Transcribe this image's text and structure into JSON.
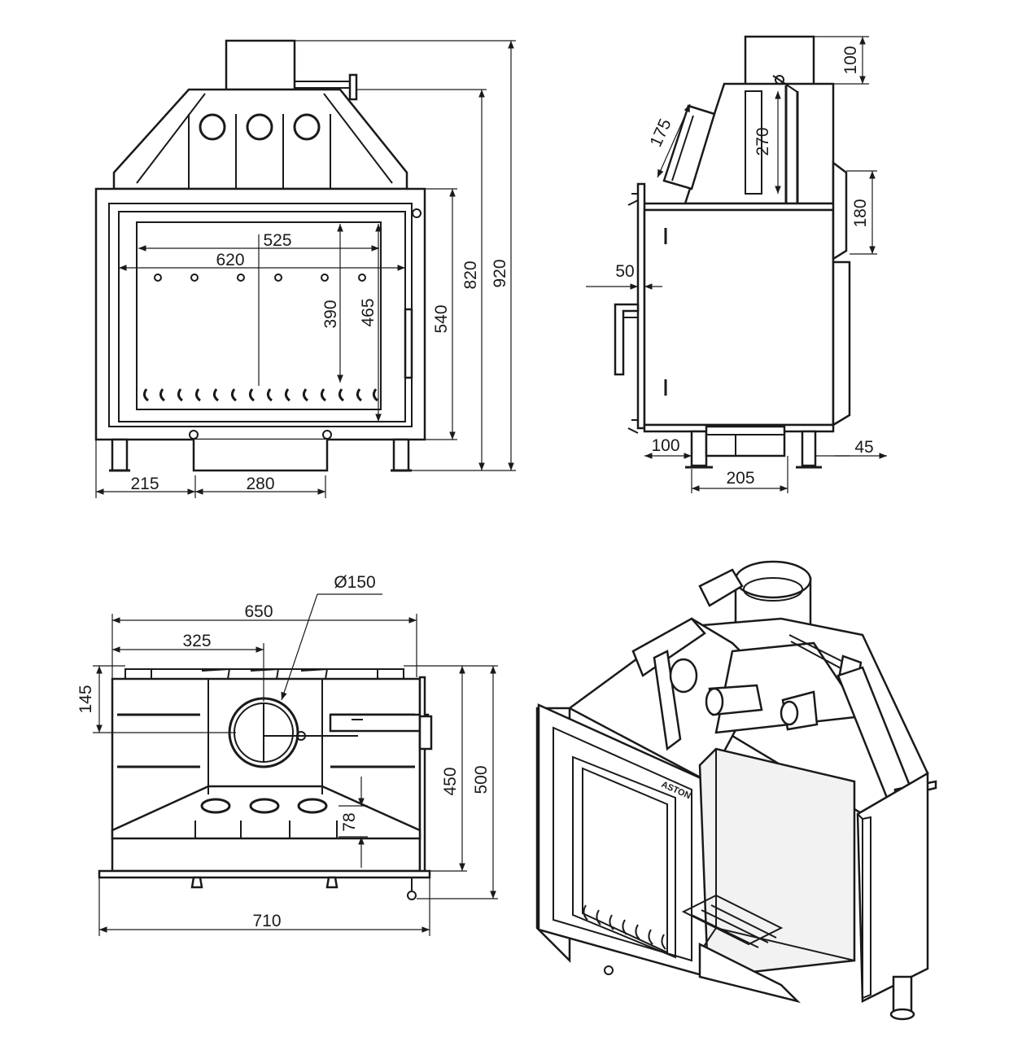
{
  "brand": "ASTON",
  "front_view": {
    "dim_525": "525",
    "dim_620": "620",
    "dim_390": "390",
    "dim_465": "465",
    "dim_540": "540",
    "dim_820": "820",
    "dim_920": "920",
    "dim_215": "215",
    "dim_280": "280"
  },
  "side_view": {
    "dim_100_top": "100",
    "dim_175": "175",
    "dim_270": "270",
    "dim_180": "180",
    "dim_50": "50",
    "dim_100_bottom": "100",
    "dim_45": "45",
    "dim_205": "205"
  },
  "top_view": {
    "dim_d150": "Ø150",
    "dim_650": "650",
    "dim_325": "325",
    "dim_145": "145",
    "dim_450": "450",
    "dim_500": "500",
    "dim_78": "78",
    "dim_710": "710"
  }
}
